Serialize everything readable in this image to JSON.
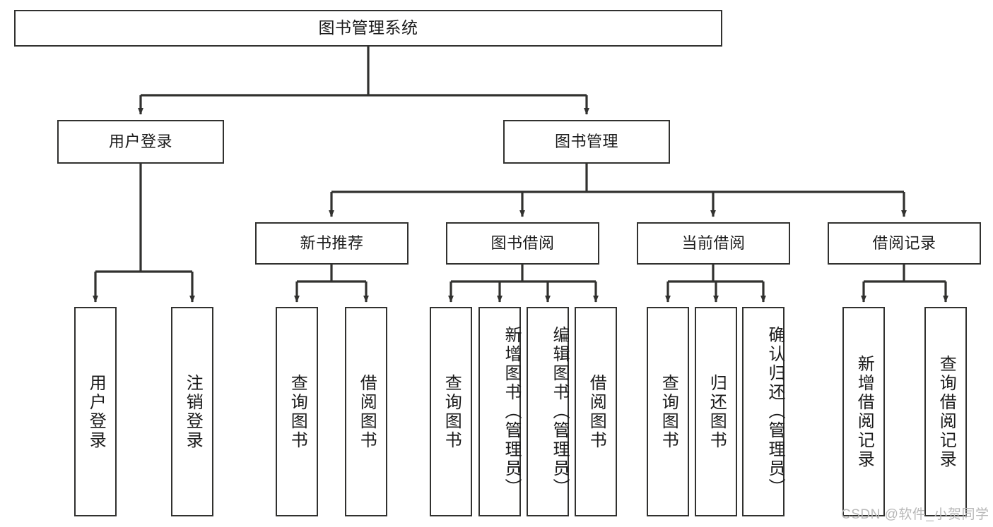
{
  "diagram": {
    "title": "图书管理系统",
    "type": "functional-structure-tree",
    "colors": {
      "node_border": "#31312f",
      "node_fill": "#ffffff",
      "edge": "#31312f",
      "text": "#1b1b1b",
      "watermark": "#b8b8b8",
      "background": "#ffffff"
    },
    "nodes": {
      "root": {
        "label": "图书管理系统"
      },
      "level2": [
        {
          "id": "user-login",
          "label": "用户登录"
        },
        {
          "id": "book-manage",
          "label": "图书管理"
        }
      ],
      "level3": [
        {
          "id": "new-book-recommend",
          "label": "新书推荐"
        },
        {
          "id": "book-borrow",
          "label": "图书借阅"
        },
        {
          "id": "current-borrow",
          "label": "当前借阅"
        },
        {
          "id": "borrow-record",
          "label": "借阅记录"
        }
      ],
      "leaves": [
        {
          "id": "leaf-user-login",
          "label": "用户登录",
          "parent": "user-login"
        },
        {
          "id": "leaf-logout-login",
          "label": "注销登录",
          "parent": "user-login"
        },
        {
          "id": "leaf-query-book-1",
          "label": "查询图书",
          "parent": "new-book-recommend"
        },
        {
          "id": "leaf-borrow-book-1",
          "label": "借阅图书",
          "parent": "new-book-recommend"
        },
        {
          "id": "leaf-query-book-2",
          "label": "查询图书",
          "parent": "book-borrow"
        },
        {
          "id": "leaf-add-book",
          "label": "新增图书（管理员）",
          "parent": "book-borrow"
        },
        {
          "id": "leaf-edit-book",
          "label": "编辑图书（管理员）",
          "parent": "book-borrow"
        },
        {
          "id": "leaf-borrow-book-2",
          "label": "借阅图书",
          "parent": "book-borrow"
        },
        {
          "id": "leaf-query-book-3",
          "label": "查询图书",
          "parent": "current-borrow"
        },
        {
          "id": "leaf-return-book",
          "label": "归还图书",
          "parent": "current-borrow"
        },
        {
          "id": "leaf-confirm-return",
          "label": "确认归还（管理员）",
          "parent": "current-borrow"
        },
        {
          "id": "leaf-add-record",
          "label": "新增借阅记录",
          "parent": "borrow-record"
        },
        {
          "id": "leaf-query-record",
          "label": "查询借阅记录",
          "parent": "borrow-record"
        }
      ]
    },
    "watermark": "CSDN @软件_小贺同学"
  }
}
